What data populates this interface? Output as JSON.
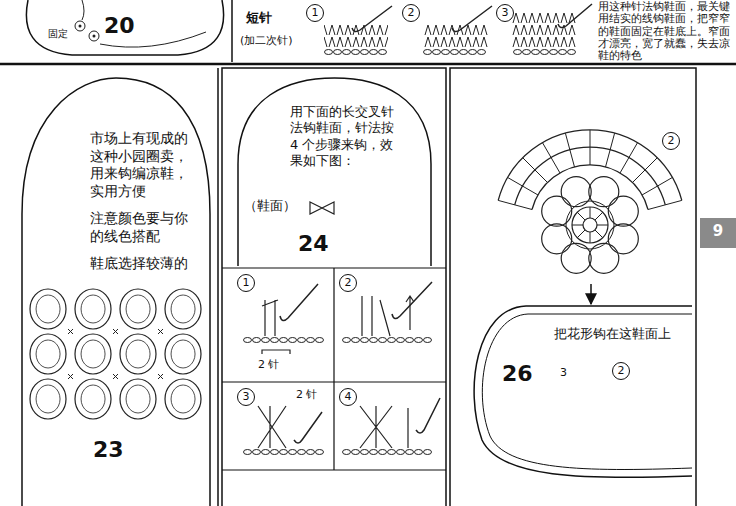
{
  "diagram": {
    "nodes": [
      {
        "text": [
          "固定",
          "20"
        ]
      },
      {
        "text": [
          "市场上有现成的这种小园圈卖，用来钩编凉鞋，实用方便",
          "注意颜色要与你的线色搭配",
          "鞋底选择较薄的",
          "23"
        ]
      },
      {
        "text": [
          "用下面的长交叉针法钩鞋面，针法按 4 个步骤来钩，效果如下图：",
          "（鞋面）",
          "24"
        ]
      },
      {
        "text": [
          "2"
        ]
      },
      {
        "text": [
          "把花形钩在这鞋面上",
          "26",
          "3",
          "2"
        ]
      },
      {
        "text": [
          "9"
        ]
      }
    ],
    "edges": [
      {
        "from": 3,
        "to": 4,
        "arrow": "to"
      }
    ],
    "labels": [
      "短针",
      "(加二次针)",
      "1",
      "2",
      "3",
      "用这种针法钩鞋面，最关键用结实的线钩鞋面，把窄窄的鞋面固定在鞋底上。窄面才漂亮，宽了就蠢，失去凉鞋的特色",
      "1",
      "2",
      "2 针",
      "3",
      "2 针",
      "4"
    ]
  }
}
